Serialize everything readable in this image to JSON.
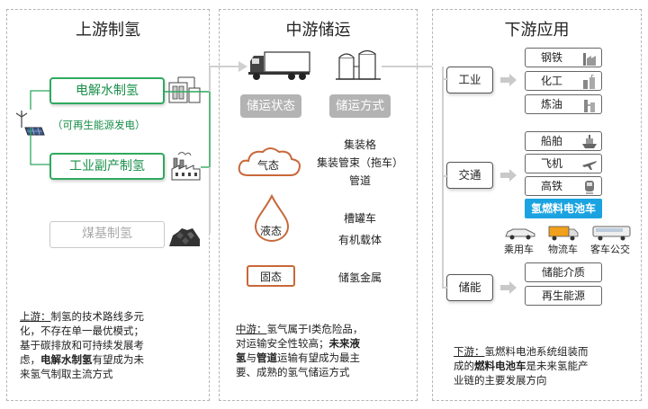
{
  "upstream": {
    "title": "上游制氢",
    "box1": "电解水制氢",
    "box1_note": "（可再生能源发电）",
    "box2": "工业副产制氢",
    "box3": "煤基制氢",
    "desc": {
      "prefix": "上游：",
      "line1": "制氢的技术路线多元",
      "line2": "化，不存在单一最优模式；",
      "line3": "基于碳排放和可持续发展考",
      "line4": "虑，",
      "bold1": "电解水制氢",
      "line4b": "有望成为未",
      "line5": "来氢气制取主流方式"
    }
  },
  "midstream": {
    "title": "中游储运",
    "pill1": "储运状态",
    "pill2": "储运方式",
    "gas": "气态",
    "gas_methods": [
      "集装格",
      "集装管束（拖车）",
      "管道"
    ],
    "liquid": "液态",
    "liquid_methods": [
      "槽罐车",
      "有机载体"
    ],
    "solid": "固态",
    "solid_methods": [
      "储氢金属"
    ],
    "desc": {
      "prefix": "中游：",
      "line1": "氢气属于I类危险品，",
      "line2": "对运输安全性较高；",
      "bold1": "未来液",
      "bold2": "氢",
      "mid": "与",
      "bold3": "管道",
      "line3b": "运输有望成为最主",
      "line4": "要、成熟的氢气储运方式"
    }
  },
  "downstream": {
    "title": "下游应用",
    "industry": "工业",
    "industry_items": [
      "钢铁",
      "化工",
      "炼油"
    ],
    "transport": "交通",
    "transport_items": [
      "船舶",
      "飞机",
      "高铁"
    ],
    "fcv": "氢燃料电池车",
    "vehicles": [
      "乘用车",
      "物流车",
      "客车公交"
    ],
    "storage": "储能",
    "storage_items": [
      "储能介质",
      "再生能源"
    ],
    "desc": {
      "prefix": "下游：",
      "line1": "氢燃料电池系统组装而",
      "line2": "成的",
      "bold1": "燃料电池车",
      "line2b": "是未来氢能产",
      "line3": "业链的主要发展方向"
    }
  },
  "colors": {
    "green": "#2fa95f",
    "grey": "#b3b3b3",
    "blue": "#1aa3e0",
    "orange": "#c8683a",
    "arrow": "#d9d9d9"
  }
}
